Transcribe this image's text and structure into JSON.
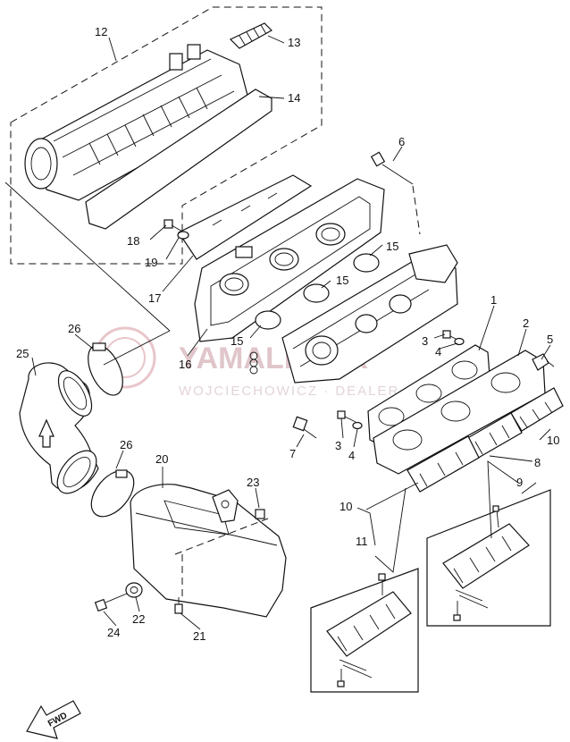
{
  "watermark": {
    "brand": "YAMALEBER",
    "sub": "WOJCIECHOWICZ · DEALER"
  },
  "fwd_label": "FWD",
  "callouts": [
    {
      "id": "c1",
      "text": "1"
    },
    {
      "id": "c2",
      "text": "2"
    },
    {
      "id": "c3a",
      "text": "3"
    },
    {
      "id": "c3b",
      "text": "3"
    },
    {
      "id": "c4a",
      "text": "4"
    },
    {
      "id": "c4b",
      "text": "4"
    },
    {
      "id": "c5",
      "text": "5"
    },
    {
      "id": "c6",
      "text": "6"
    },
    {
      "id": "c7",
      "text": "7"
    },
    {
      "id": "c8",
      "text": "8"
    },
    {
      "id": "c9",
      "text": "9"
    },
    {
      "id": "c10a",
      "text": "10"
    },
    {
      "id": "c10b",
      "text": "10"
    },
    {
      "id": "c11",
      "text": "11"
    },
    {
      "id": "c12",
      "text": "12"
    },
    {
      "id": "c13",
      "text": "13"
    },
    {
      "id": "c14",
      "text": "14"
    },
    {
      "id": "c15a",
      "text": "15"
    },
    {
      "id": "c15b",
      "text": "15"
    },
    {
      "id": "c15c",
      "text": "15"
    },
    {
      "id": "c16",
      "text": "16"
    },
    {
      "id": "c17",
      "text": "17"
    },
    {
      "id": "c18",
      "text": "18"
    },
    {
      "id": "c19",
      "text": "19"
    },
    {
      "id": "c20",
      "text": "20"
    },
    {
      "id": "c21",
      "text": "21"
    },
    {
      "id": "c22",
      "text": "22"
    },
    {
      "id": "c23",
      "text": "23"
    },
    {
      "id": "c24",
      "text": "24"
    },
    {
      "id": "c25",
      "text": "25"
    },
    {
      "id": "c26a",
      "text": "26"
    },
    {
      "id": "c26b",
      "text": "26"
    }
  ]
}
